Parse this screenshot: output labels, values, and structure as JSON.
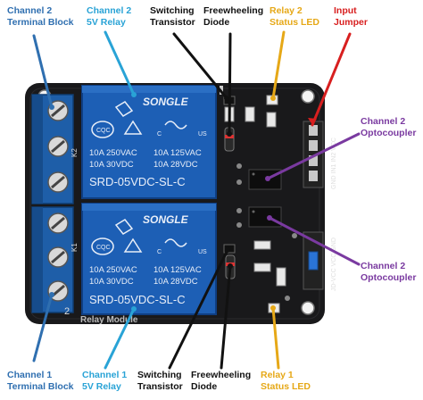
{
  "labels": {
    "ch2_terminal": {
      "line1": "Channel 2",
      "line2": "Terminal Block"
    },
    "ch2_relay": {
      "line1": "Channel 2",
      "line2": "5V Relay"
    },
    "sw_transistor_top": {
      "line1": "Switching",
      "line2": "Transistor"
    },
    "freewheel_top": {
      "line1": "Freewheeling",
      "line2": "Diode"
    },
    "relay2_led": {
      "line1": "Relay 2",
      "line2": "Status LED"
    },
    "input_jumper": {
      "line1": "Input",
      "line2": "Jumper"
    },
    "ch2_opto_top": {
      "line1": "Channel 2",
      "line2": "Optocoupler"
    },
    "ch2_opto_bottom": {
      "line1": "Channel 2",
      "line2": "Optocoupler"
    },
    "ch1_terminal": {
      "line1": "Channel 1",
      "line2": "Terminal Block"
    },
    "ch1_relay": {
      "line1": "Channel 1",
      "line2": "5V Relay"
    },
    "sw_transistor_bottom": {
      "line1": "Switching",
      "line2": "Transistor"
    },
    "freewheel_bottom": {
      "line1": "Freewheeling",
      "line2": "Diode"
    },
    "relay1_led": {
      "line1": "Relay 1",
      "line2": "Status LED"
    }
  },
  "board": {
    "relay_brand": "SONGLE",
    "relay_rating_1": "10A 250VAC",
    "relay_rating_2": "10A 125VAC",
    "relay_rating_3": "10A 30VDC",
    "relay_rating_4": "10A 28VDC",
    "relay_model": "SRD-05VDC-SL-C",
    "cqc": "CQC",
    "k2": "K2",
    "k1": "K1",
    "num2": "2",
    "module_text": "Relay Module",
    "pins_top": "GND IN1 IN2 VCC",
    "pins_bottom": "JD-VCC VCC GND"
  },
  "colors": {
    "board": "#1a1a1c",
    "relay": "#1d5fb5",
    "terminal": "#1e5ea8",
    "blue_label": "#2f6fb0",
    "cyan_label": "#29a3d6",
    "yellow_label": "#e6a817",
    "red_label": "#d81f1f",
    "purple_label": "#7a3aa0"
  }
}
